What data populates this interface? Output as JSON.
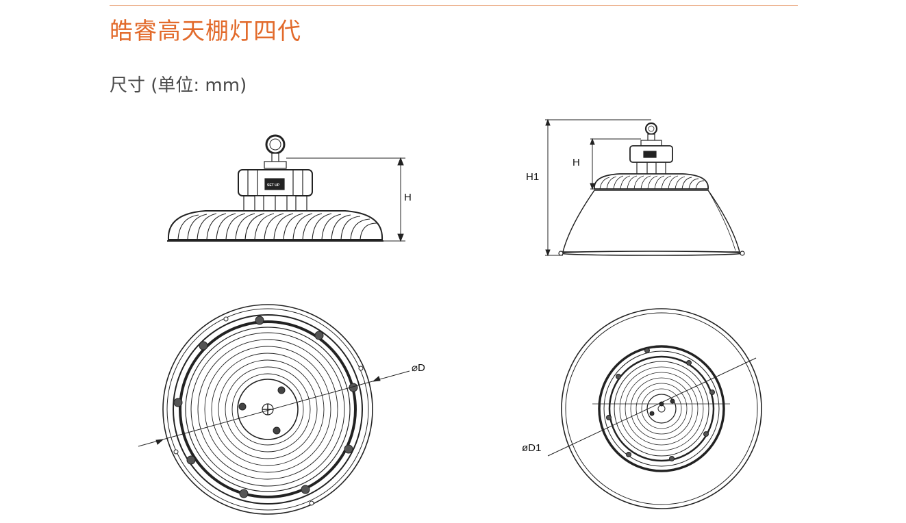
{
  "header": {
    "accent_color": "#e26a2b",
    "title": "皓睿高天棚灯四代",
    "subtitle": "尺寸 (单位: mm)"
  },
  "drawings": {
    "side_view": {
      "height_label": "H",
      "badge_text": "SET UP"
    },
    "side_view_reflector": {
      "h1_label": "H1",
      "h_label": "H"
    },
    "bottom_view": {
      "diameter_label": "⌀D"
    },
    "bottom_view_reflector": {
      "diameter_label": "øD1"
    }
  }
}
